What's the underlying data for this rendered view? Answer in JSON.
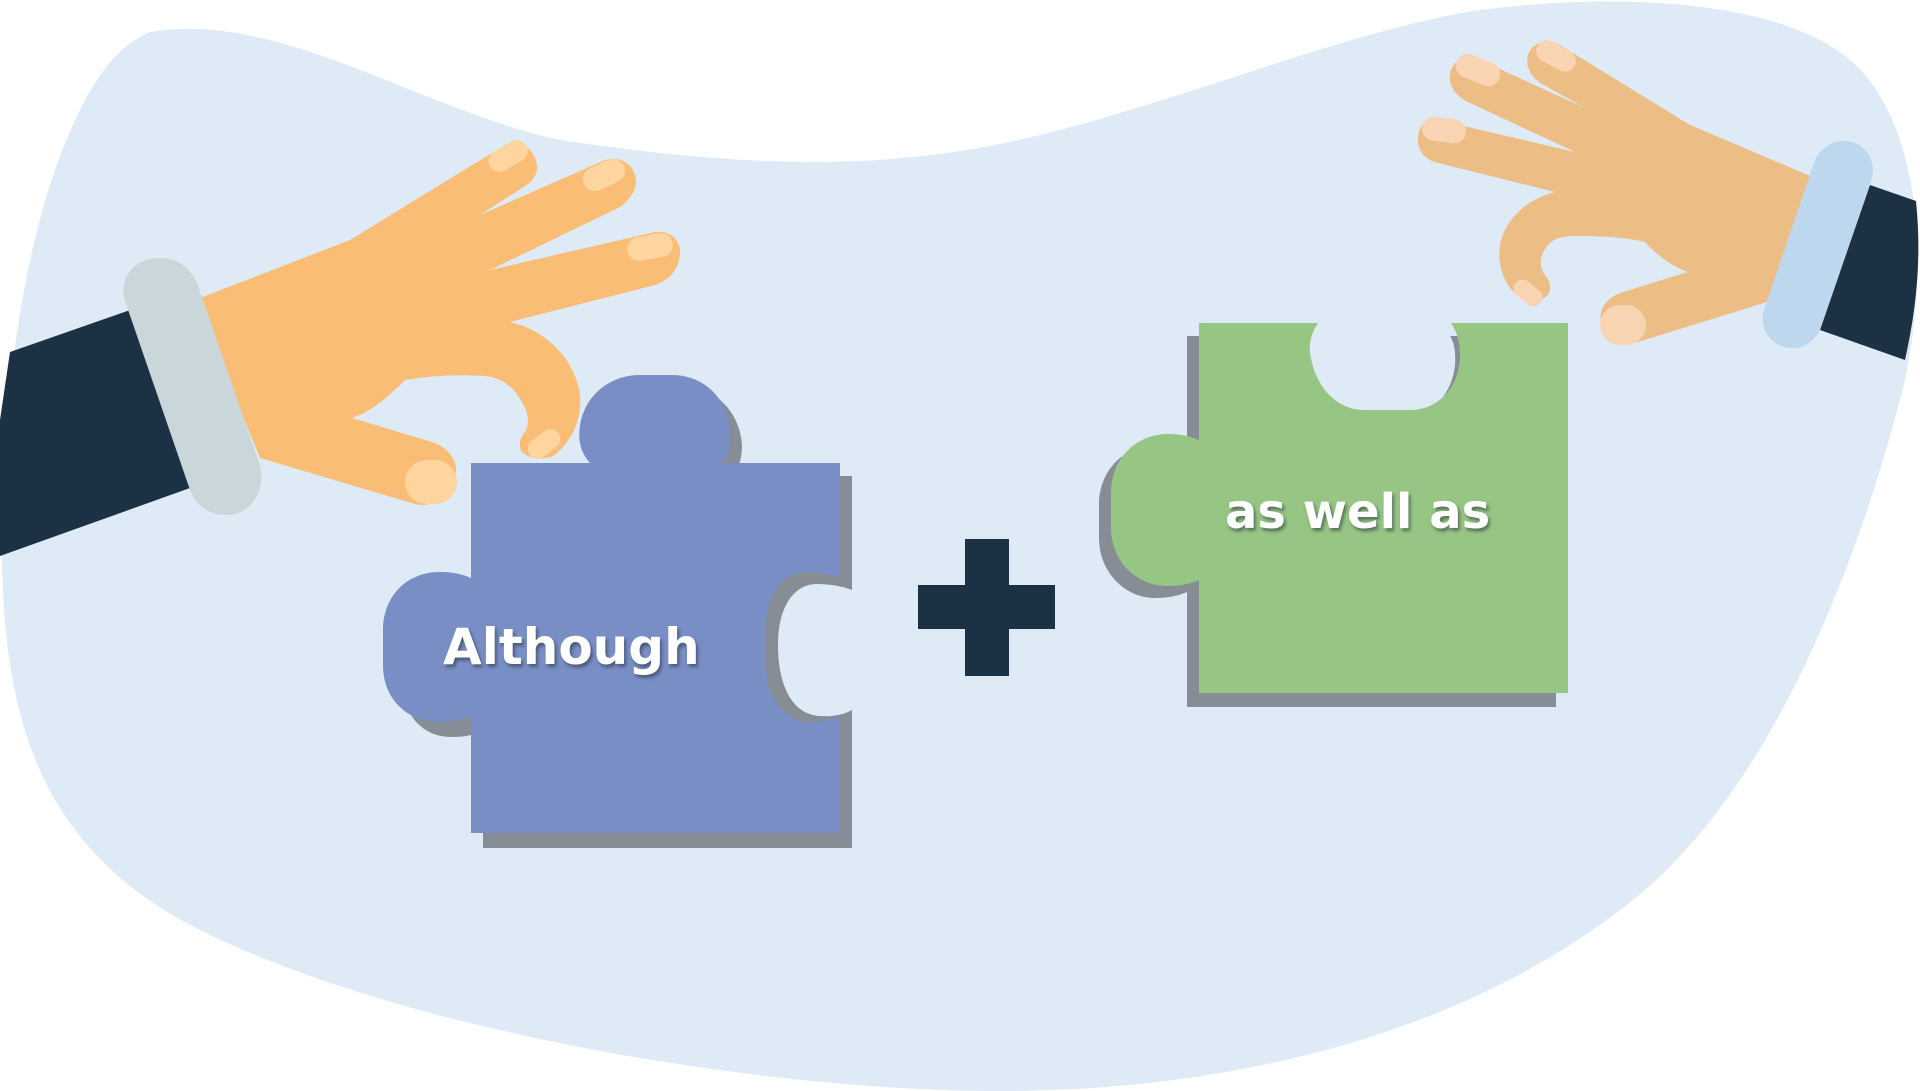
{
  "illustration": {
    "description": "Two hands joining two puzzle pieces with a plus sign between them",
    "left_piece": {
      "label": "Although",
      "color": "#788ec5"
    },
    "right_piece": {
      "label": "as well as",
      "color": "#97c584"
    },
    "operator": {
      "symbol": "plus",
      "color": "#1c3244"
    },
    "colors": {
      "background_blob": "#deeaf6",
      "shadow": "#868d95",
      "left_hand_skin": "#f9bd75",
      "right_hand_skin": "#ecbe86",
      "fingernail": "#fed49f",
      "left_cuff": "#cad7da",
      "right_cuff": "#bdd7ee",
      "sleeve": "#1c3244"
    }
  }
}
